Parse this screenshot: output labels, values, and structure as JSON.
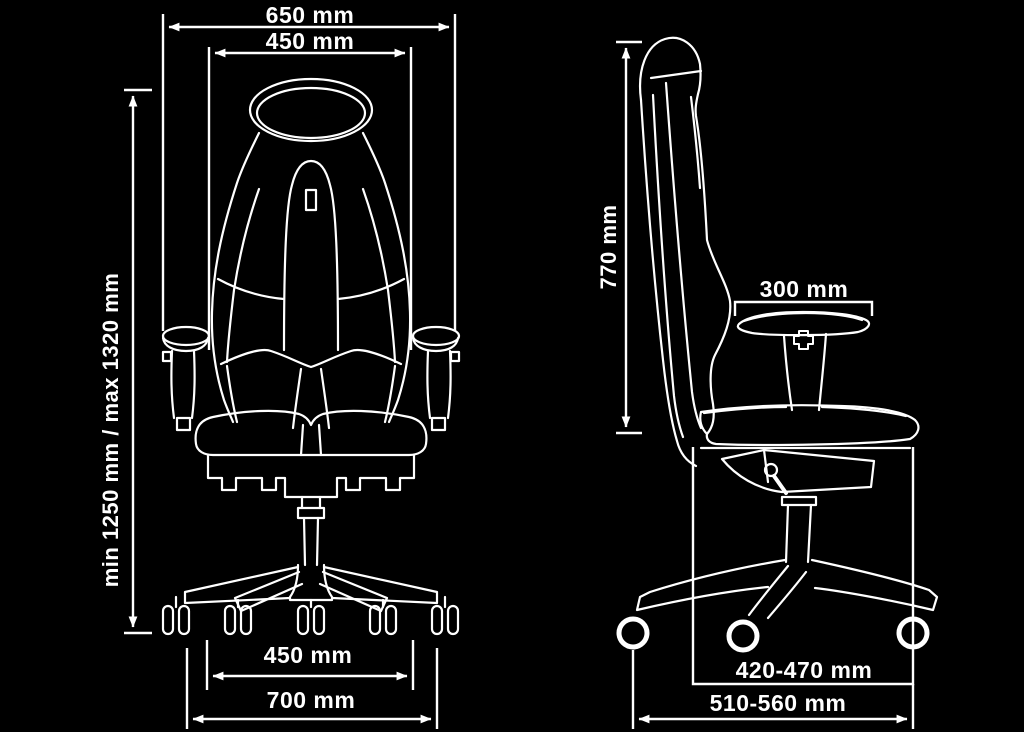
{
  "diagram": {
    "title": "chair-dimensions-diagram",
    "colors": {
      "background": "#000000",
      "line": "#ffffff"
    }
  },
  "front_view": {
    "name": "front-view",
    "dims": {
      "overall_width": "650 mm",
      "backrest_width": "450 mm",
      "height_range": "min 1250 mm / max 1320 mm",
      "inner_base_width": "450 mm",
      "base_width": "700 mm"
    }
  },
  "side_view": {
    "name": "side-view",
    "dims": {
      "backrest_height": "770 mm",
      "armrest_pad_length": "300 mm",
      "seat_depth_range": "420-470 mm",
      "base_depth_range": "510-560 mm"
    },
    "icons": {
      "armrest_adjust": "plus-icon"
    }
  }
}
